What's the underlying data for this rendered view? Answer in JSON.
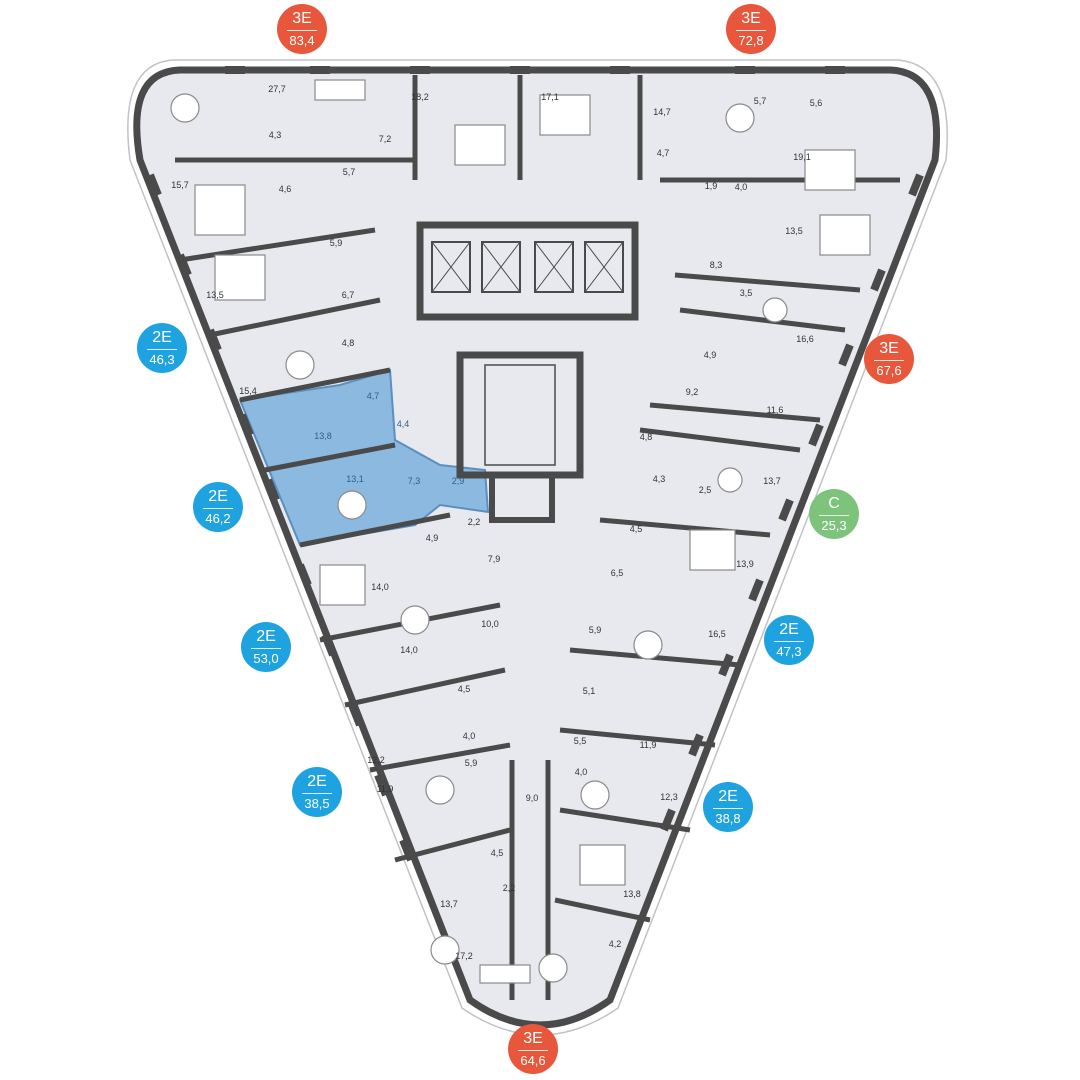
{
  "colors": {
    "three_room": "#e8563b",
    "two_room": "#1fa3e0",
    "studio": "#7ec37b",
    "selected_unit": "#8bb9e0",
    "floor_fill": "#e7e9ef",
    "wall": "#4a4a4a"
  },
  "badges": [
    {
      "type": "3E",
      "area": "83,4",
      "category": "three_room"
    },
    {
      "type": "3E",
      "area": "72,8",
      "category": "three_room"
    },
    {
      "type": "3E",
      "area": "67,6",
      "category": "three_room"
    },
    {
      "type": "С",
      "area": "25,3",
      "category": "studio"
    },
    {
      "type": "2E",
      "area": "47,3",
      "category": "two_room"
    },
    {
      "type": "2E",
      "area": "38,8",
      "category": "two_room"
    },
    {
      "type": "3E",
      "area": "64,6",
      "category": "three_room"
    },
    {
      "type": "2E",
      "area": "38,5",
      "category": "two_room"
    },
    {
      "type": "2E",
      "area": "53,0",
      "category": "two_room"
    },
    {
      "type": "2E",
      "area": "46,2",
      "category": "two_room",
      "selected": true
    },
    {
      "type": "2E",
      "area": "46,3",
      "category": "two_room"
    }
  ],
  "room_areas": [
    "27,7",
    "4,3",
    "7,2",
    "18,2",
    "17,1",
    "14,7",
    "5,7",
    "5,6",
    "19,1",
    "15,7",
    "4,6",
    "5,7",
    "4,7",
    "1,9",
    "4,0",
    "13,5",
    "5,9",
    "13,5",
    "8,3",
    "6,7",
    "3,5",
    "4,8",
    "16,6",
    "4,9",
    "15,4",
    "4,7",
    "9,2",
    "11,6",
    "4,4",
    "13,8",
    "4,8",
    "13,1",
    "7,3",
    "2,9",
    "4,3",
    "2,5",
    "13,7",
    "2,2",
    "4,9",
    "4,5",
    "7,9",
    "13,9",
    "6,5",
    "14,0",
    "10,0",
    "5,9",
    "16,5",
    "14,0",
    "4,5",
    "5,1",
    "4,0",
    "12,2",
    "11,9",
    "5,9",
    "5,5",
    "4,0",
    "11,9",
    "12,3",
    "9,0",
    "4,5",
    "2,2",
    "13,8",
    "13,7",
    "4,2",
    "17,2"
  ]
}
